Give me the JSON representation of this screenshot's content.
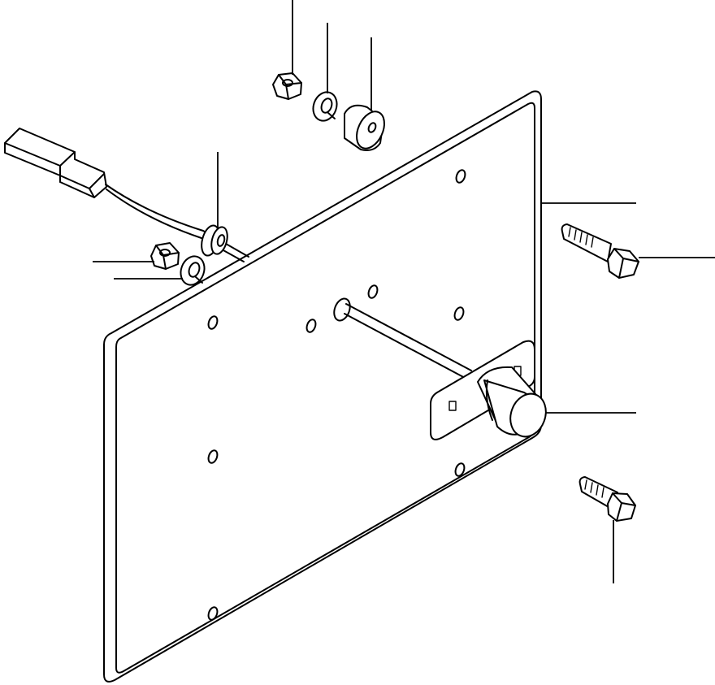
{
  "diagram": {
    "kind": "exploded-parts-view",
    "label_text": []
  },
  "colors": {
    "line": "#000000",
    "background": "#ffffff"
  },
  "parts": [
    {
      "name": "mounting-plate"
    },
    {
      "name": "electrical-connector"
    },
    {
      "name": "harness-wire"
    },
    {
      "name": "grommet"
    },
    {
      "name": "hex-nut"
    },
    {
      "name": "lock-washer"
    },
    {
      "name": "spacer-collar"
    },
    {
      "name": "switch-assembly"
    },
    {
      "name": "hex-bolt"
    }
  ]
}
